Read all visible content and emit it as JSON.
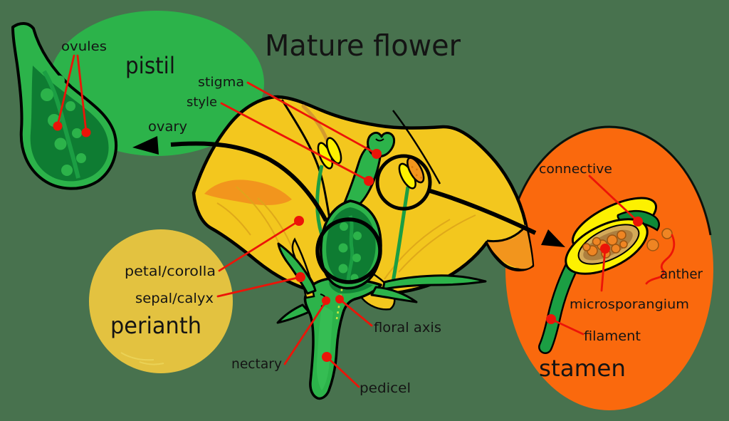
{
  "title": "Mature flower",
  "labels": {
    "ovules": "ovules",
    "pistil": "pistil",
    "stigma": "stigma",
    "style": "style",
    "ovary": "ovary",
    "petal_corolla": "petal/corolla",
    "sepal_calyx": "sepal/calyx",
    "perianth": "perianth",
    "nectary": "nectary",
    "floral_axis": "floral axis",
    "pedicel": "pedicel",
    "connective": "connective",
    "anther": "anther",
    "microsporangium": "microsporangium",
    "filament": "filament",
    "stamen": "stamen"
  },
  "colors": {
    "background": "#48724e",
    "leaf_green": "#2cb34a",
    "dark_green": "#0e7c32",
    "petal_yellow": "#f3c71e",
    "petal_shade_orange": "#f2951d",
    "callout_yellow": "#e3c240",
    "callout_orange": "#fa690d",
    "anther_yellow": "#fdf100",
    "pollen_orange": "#ef8523",
    "tan": "#d4aa58",
    "brown": "#ad7f3f",
    "label_red": "#ec1408",
    "text_black": "#141414",
    "filament_green": "#1b9e43",
    "vein_ochre": "#d49a2e",
    "axis_dash": "#cfe93e"
  }
}
